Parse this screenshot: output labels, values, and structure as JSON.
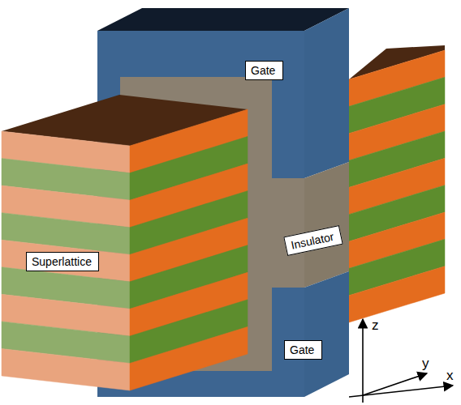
{
  "diagram": {
    "nodes": [
      {
        "text": [
          "Gate"
        ]
      },
      {
        "text": [
          "Insulator"
        ]
      },
      {
        "text": [
          "Superlattice"
        ]
      },
      {
        "text": [
          "Gate"
        ]
      }
    ],
    "labels": [
      "z",
      "y",
      "x"
    ]
  }
}
